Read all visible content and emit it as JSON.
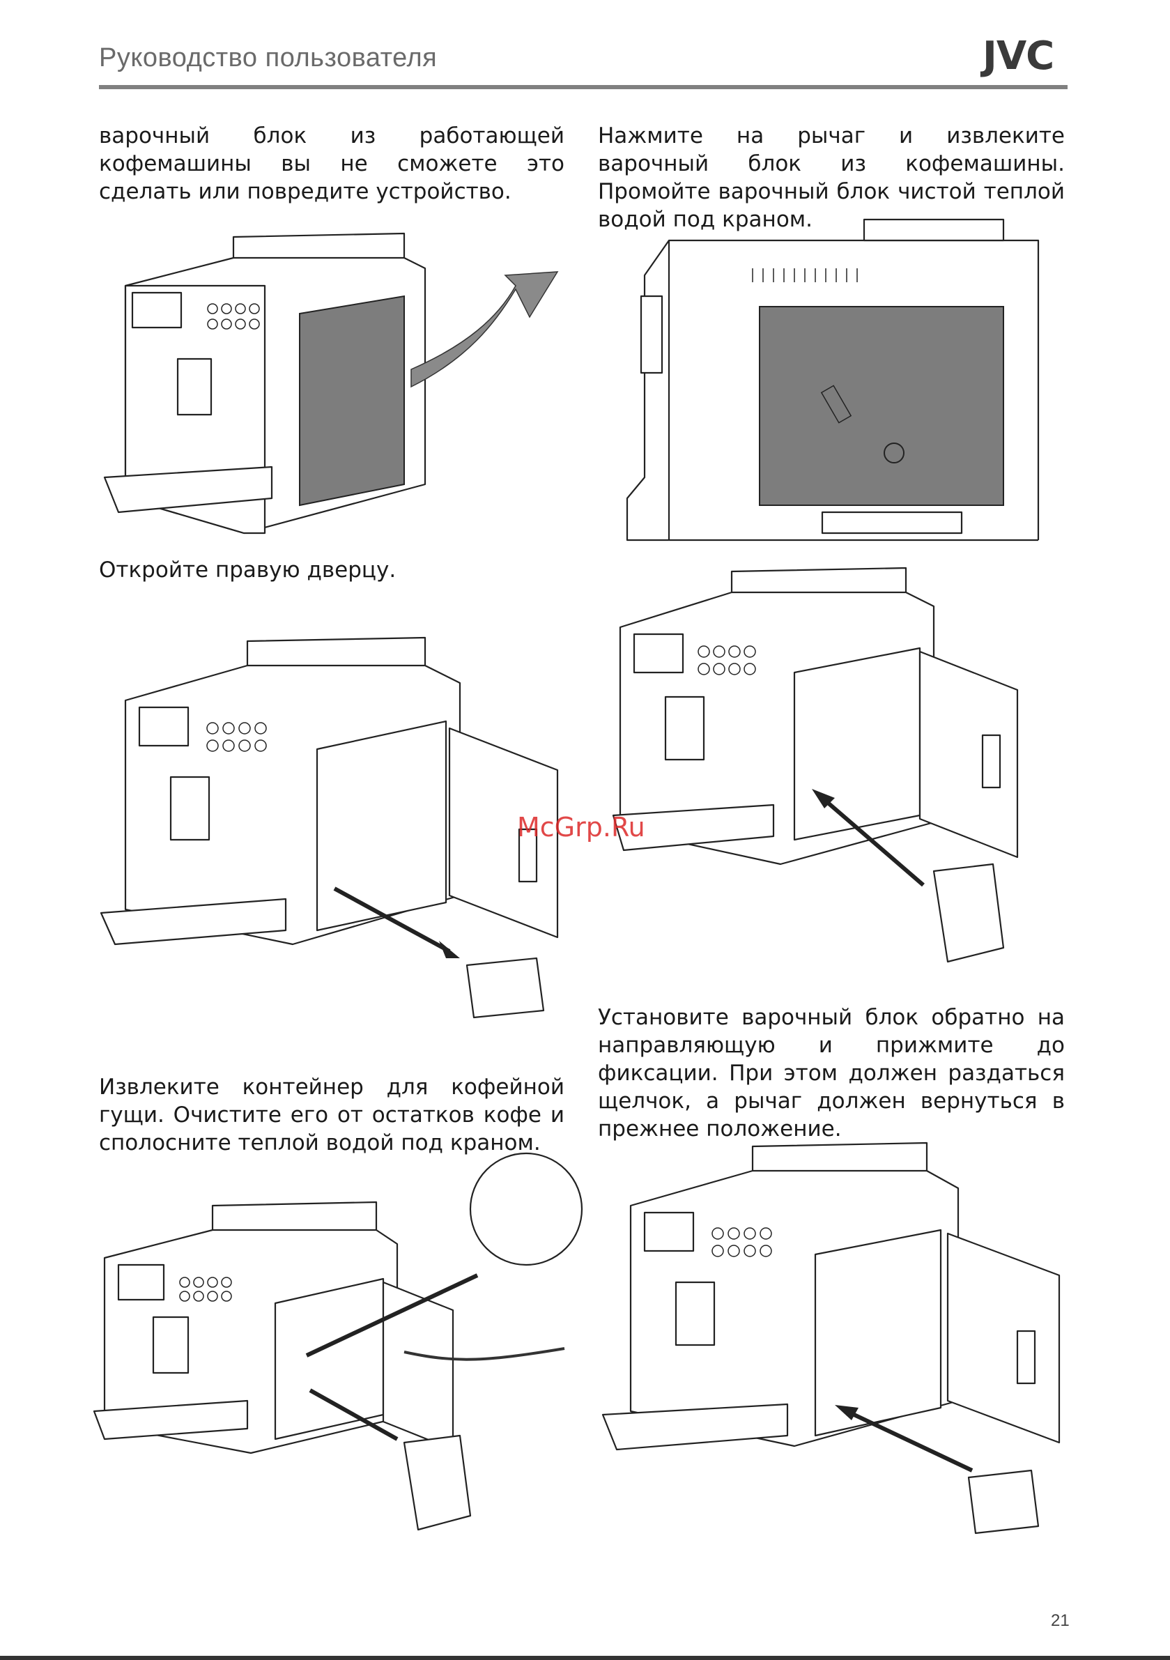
{
  "header": {
    "title": "Руководство пользователя",
    "logo": "JVC"
  },
  "text_blocks": {
    "tl": "варочный блок из работающей кофемашины вы не сможете это сделать или повредите устройство.",
    "tr": "Нажмите на рычаг и извлеките варочный блок из кофемашины. Промойте варочный блок чистой теплой водой под краном.",
    "ml": "Откройте правую дверцу.",
    "bl": "Извлеките контейнер для кофейной гущи. Очистите его от остатков кофе и сполосните теплой водой под краном.",
    "br": "Установите варочный блок обратно на направляющую и прижмите до фиксации. При этом должен раздаться щелчок, а рычаг должен вернуться в прежнее положение."
  },
  "watermark": "McGrp.Ru",
  "page_number": "21",
  "colors": {
    "header_text": "#6a6a6a",
    "rule": "#808080",
    "panel_fill": "#7d7d7d",
    "watermark": "#dc2828"
  },
  "figures": [
    {
      "name": "machine-door-closed",
      "icon": "coffee-machine-icon"
    },
    {
      "name": "brew-unit-side-view",
      "icon": "coffee-machine-side-icon"
    },
    {
      "name": "machine-door-open-remove-container",
      "icon": "coffee-machine-open-icon"
    },
    {
      "name": "machine-remove-brew-unit",
      "icon": "coffee-machine-open-icon"
    },
    {
      "name": "machine-insert-brew-unit",
      "icon": "coffee-machine-open-icon"
    },
    {
      "name": "machine-insert-container",
      "icon": "coffee-machine-open-icon"
    }
  ]
}
